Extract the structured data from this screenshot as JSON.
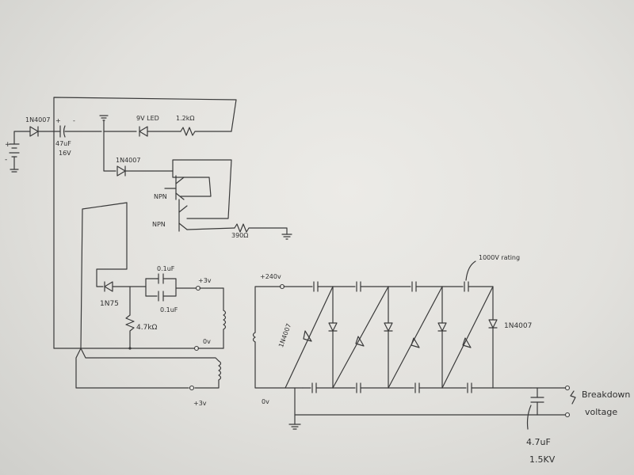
{
  "labels": {
    "d1": "1N4007",
    "c1_val": "47uF",
    "c1_volt": "16V",
    "plus": "+",
    "minus": "-",
    "batt_plus": "+",
    "batt_minus": "-",
    "led": "9V LED",
    "r1": "1.2kΩ",
    "d2": "1N4007",
    "q1": "NPN",
    "q2": "NPN",
    "r2": "390Ω",
    "c2": "0.1uF",
    "c3": "0.1uF",
    "plus3v_top": "+3v",
    "d3": "1N75",
    "r3": "4.7kΩ",
    "zero_v": "0v",
    "plus3v_bottom": "+3v",
    "hv_in": "+240v",
    "hv_zero": "0v",
    "rating": "1000V rating",
    "d4": "1N4007",
    "d5": "1N4007",
    "breakdown1": "Breakdown",
    "breakdown2": "voltage",
    "c_out_val": "4.7uF",
    "c_out_volt": "1.5KV"
  }
}
